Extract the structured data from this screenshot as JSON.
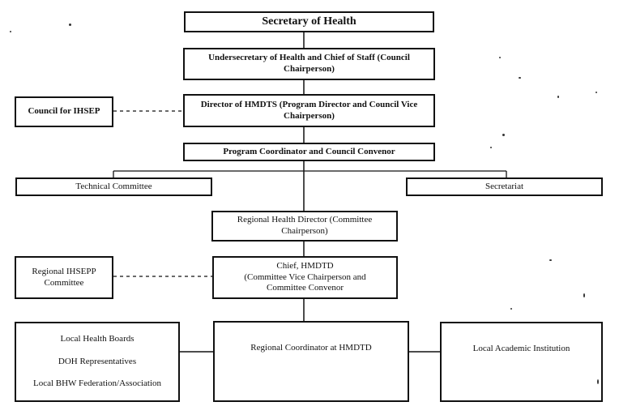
{
  "secretary": "Secretary of Health",
  "undersecretary": "Undersecretary of Health and Chief of Staff  (Council Chairperson)",
  "director": "Director of HMDTS (Program Director and Council Vice Chairperson)",
  "council": "Council for IHSEP",
  "program_coordinator": "Program Coordinator and Council Convenor",
  "technical_committee": "Technical Committee",
  "secretariat": "Secretariat",
  "regional_director": "Regional Health Director (Committee Chairperson)",
  "regional_committee": "Regional IHSEPP Committee",
  "chief": {
    "line1": "Chief, HMDTD",
    "line2": "(Committee Vice Chairperson and",
    "line3": "Committee Convenor"
  },
  "local_groups": {
    "item1": "Local Health Boards",
    "item2": "DOH Representatives",
    "item3": "Local BHW Federation/Association"
  },
  "regional_coordinator": "Regional Coordinator at HMDTD",
  "academic_institution": "Local Academic Institution"
}
